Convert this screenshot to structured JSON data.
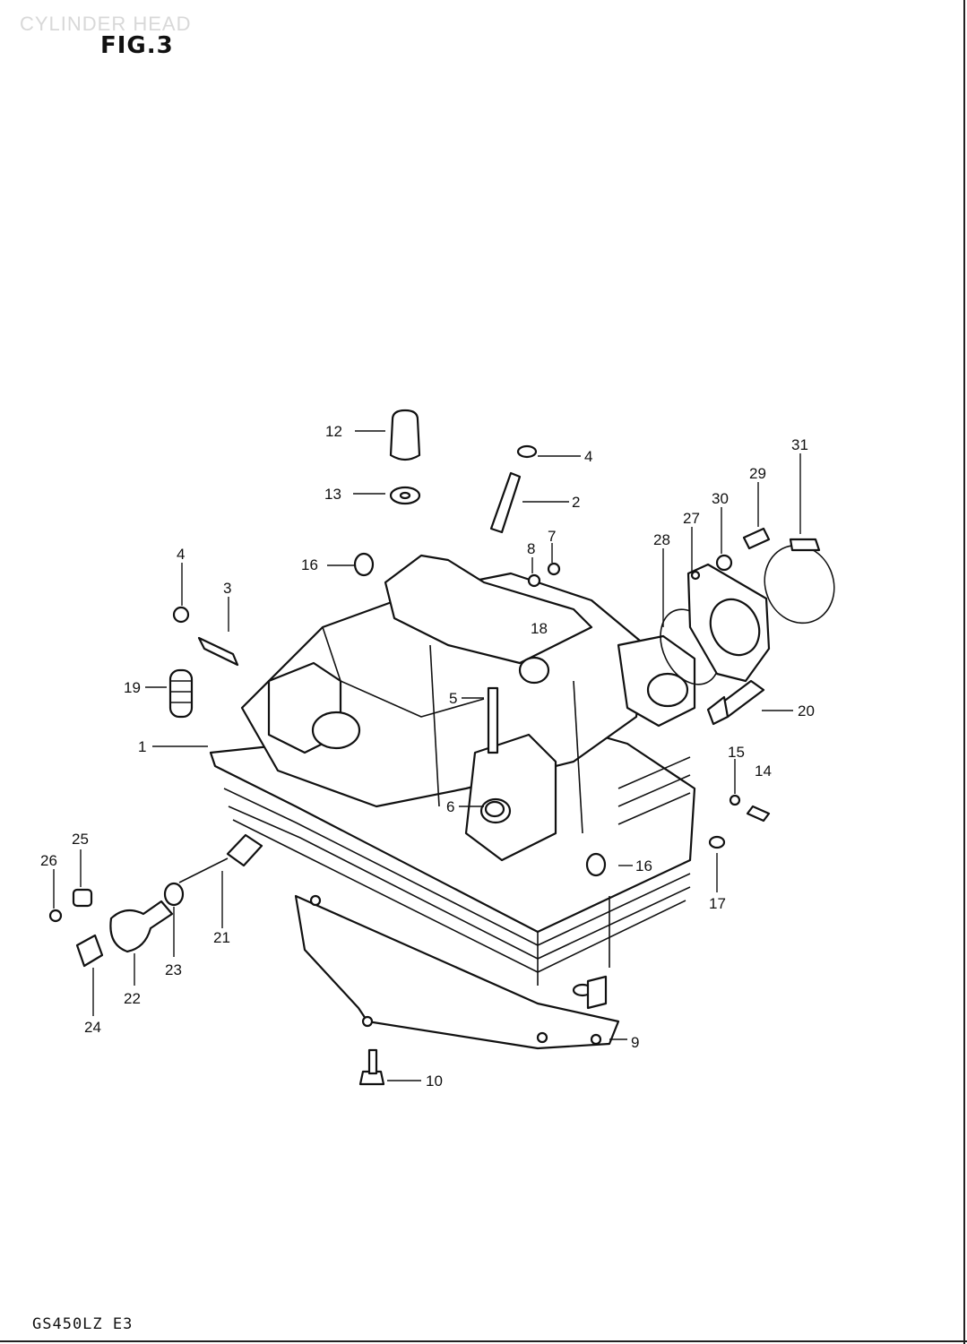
{
  "header": {
    "ghost_title": "CYLINDER HEAD",
    "figure_label": "FIG.3"
  },
  "footer": {
    "model_code": "GS450LZ E3"
  },
  "callouts": {
    "c1": "1",
    "c2": "2",
    "c3": "3",
    "c4a": "4",
    "c4b": "4",
    "c5": "5",
    "c6": "6",
    "c7": "7",
    "c8": "8",
    "c9": "9",
    "c10": "10",
    "c12": "12",
    "c13": "13",
    "c14": "14",
    "c15": "15",
    "c16a": "16",
    "c16b": "16",
    "c17": "17",
    "c18": "18",
    "c19": "19",
    "c20": "20",
    "c21": "21",
    "c22": "22",
    "c23": "23",
    "c24": "24",
    "c25": "25",
    "c26": "26",
    "c27": "27",
    "c28": "28",
    "c29": "29",
    "c30": "30",
    "c31": "31"
  }
}
